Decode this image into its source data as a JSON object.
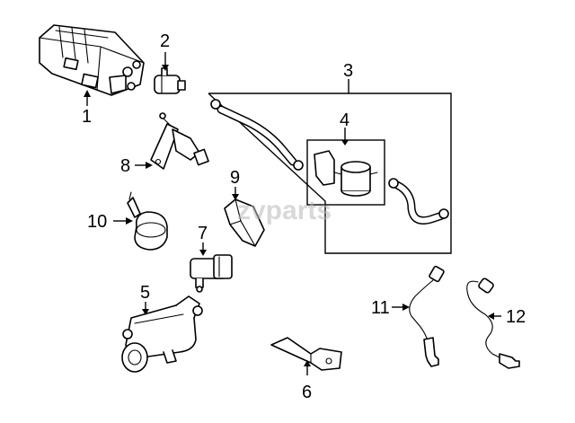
{
  "watermark": "zvparts",
  "callouts": {
    "c1": "1",
    "c2": "2",
    "c3": "3",
    "c4": "4",
    "c5": "5",
    "c6": "6",
    "c7": "7",
    "c8": "8",
    "c9": "9",
    "c10": "10",
    "c11": "11",
    "c12": "12"
  },
  "parts": [
    {
      "number": "1",
      "icon": "charcoal-canister-icon"
    },
    {
      "number": "2",
      "icon": "solenoid-valve-icon"
    },
    {
      "number": "3",
      "icon": "hose-assembly-icon"
    },
    {
      "number": "4",
      "icon": "filter-icon"
    },
    {
      "number": "5",
      "icon": "vacuum-pump-icon"
    },
    {
      "number": "6",
      "icon": "bracket-icon"
    },
    {
      "number": "7",
      "icon": "sensor-icon"
    },
    {
      "number": "8",
      "icon": "valve-bracket-icon"
    },
    {
      "number": "9",
      "icon": "sensor-icon"
    },
    {
      "number": "10",
      "icon": "vacuum-actuator-icon"
    },
    {
      "number": "11",
      "icon": "oxygen-sensor-icon"
    },
    {
      "number": "12",
      "icon": "oxygen-sensor-icon"
    }
  ]
}
